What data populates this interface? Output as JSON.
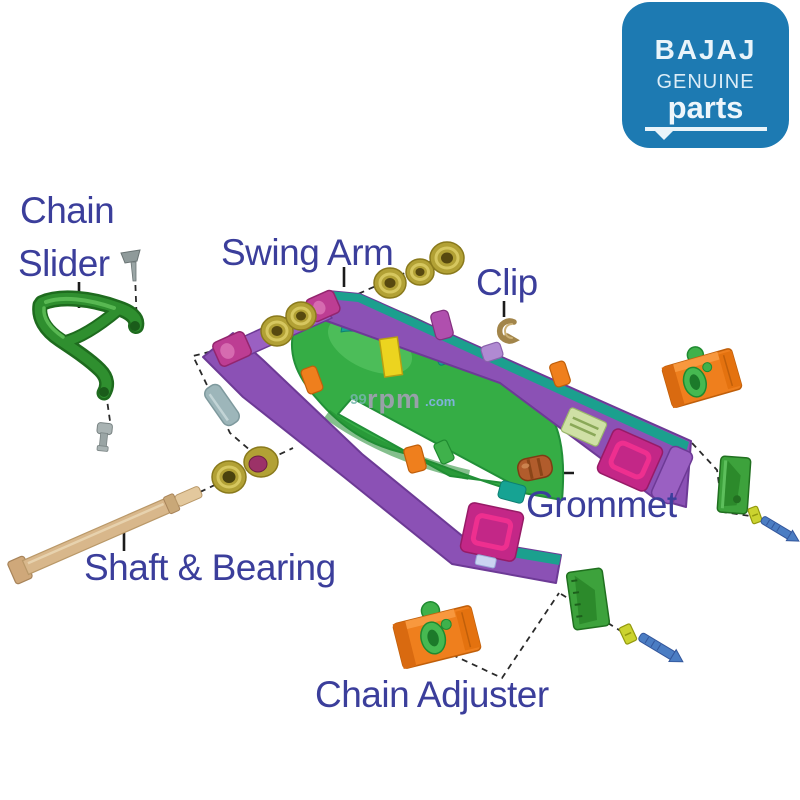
{
  "logo": {
    "brand": "BAJAJ",
    "genuine": "GENUINE",
    "parts": "parts"
  },
  "labels": {
    "chain_slider_l1": "Chain",
    "chain_slider_l2": "Slider",
    "swing_arm": "Swing Arm",
    "clip": "Clip",
    "grommet": "Grommet",
    "shaft_bearing": "Shaft & Bearing",
    "chain_adjuster": "Chain Adjuster"
  },
  "watermark": {
    "prefix": "99",
    "main": "rpm",
    "tld": ".com"
  },
  "colors": {
    "label_text": "#3b3e9b",
    "logo_bg": "#1d7ab2",
    "logo_text": "#e9f4fa",
    "swingarm_purple": "#8b51b5",
    "body_green": "#35ad45",
    "accent_magenta": "#c32787",
    "accent_teal": "#1ba08e",
    "adjuster_orange": "#ef7f1d",
    "bushing_brass": "#b2a135",
    "bolt_blue": "#4b7dc3",
    "shaft_tan": "#d8b78b"
  }
}
